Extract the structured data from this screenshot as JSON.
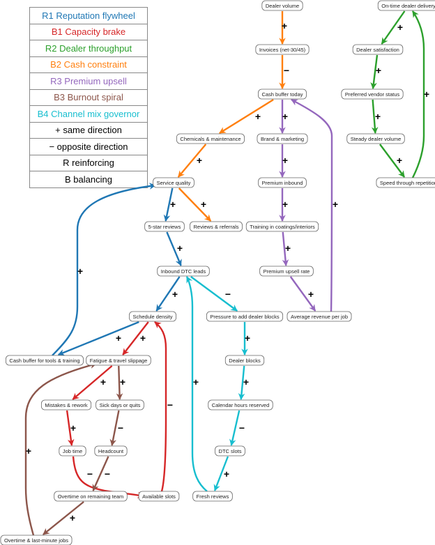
{
  "legend": [
    {
      "text": "R1 Reputation flywheel",
      "color": "#1f77b4"
    },
    {
      "text": "B1 Capacity brake",
      "color": "#d62728"
    },
    {
      "text": "R2 Dealer throughput",
      "color": "#2ca02c"
    },
    {
      "text": "B2 Cash constraint",
      "color": "#ff7f0e"
    },
    {
      "text": "R3 Premium upsell",
      "color": "#9467bd"
    },
    {
      "text": "B3 Burnout spiral",
      "color": "#8c564b"
    },
    {
      "text": "B4 Channel mix governor",
      "color": "#17becf"
    },
    {
      "text": "+ same direction",
      "color": "#000000"
    },
    {
      "text": "− opposite direction",
      "color": "#000000"
    },
    {
      "text": "R reinforcing",
      "color": "#000000"
    },
    {
      "text": "B balancing",
      "color": "#000000"
    }
  ],
  "loop_colors": {
    "R1": "#1f77b4",
    "B1": "#d62728",
    "R2": "#2ca02c",
    "B2": "#ff7f0e",
    "R3": "#9467bd",
    "B3": "#8c564b",
    "B4": "#17becf"
  },
  "nodes": [
    "Dealer volume",
    "Invoices (net-30/45)",
    "Cash buffer today",
    "Chemicals & maintenance",
    "Brand & marketing",
    "Service quality",
    "Premium inbound",
    "5-star reviews",
    "Reviews & referrals",
    "Training in coatings/interiors",
    "Inbound DTC leads",
    "Premium upsell rate",
    "Schedule density",
    "Pressure to add dealer blocks",
    "Average revenue per job",
    "Cash buffer for tools & training",
    "Fatigue & travel slippage",
    "Dealer blocks",
    "Mistakes & rework",
    "Sick days or quits",
    "Calendar hours reserved",
    "Job time",
    "Headcount",
    "DTC slots",
    "Overtime on remaining team",
    "Available slots",
    "Fresh reviews",
    "Overtime & last-minute jobs",
    "On-time dealer delivery",
    "Dealer satisfaction",
    "Preferred vendor status",
    "Steady dealer volume",
    "Speed through repetition"
  ],
  "edges": [
    {
      "from": 0,
      "to": 1,
      "sign": "+",
      "loop": "B2"
    },
    {
      "from": 1,
      "to": 2,
      "sign": "−",
      "loop": "B2"
    },
    {
      "from": 2,
      "to": 3,
      "sign": "+",
      "loop": "B2"
    },
    {
      "from": 3,
      "to": 5,
      "sign": "+",
      "loop": "B2"
    },
    {
      "from": 5,
      "to": 8,
      "sign": "+",
      "loop": "B2"
    },
    {
      "from": 2,
      "to": 4,
      "sign": "+",
      "loop": "R3"
    },
    {
      "from": 4,
      "to": 6,
      "sign": "+",
      "loop": "R3"
    },
    {
      "from": 6,
      "to": 9,
      "sign": "+",
      "loop": "R3"
    },
    {
      "from": 9,
      "to": 11,
      "sign": "+",
      "loop": "R3"
    },
    {
      "from": 11,
      "to": 14,
      "sign": "+",
      "loop": "R3"
    },
    {
      "from": 14,
      "to": 2,
      "sign": "+",
      "loop": "R3"
    },
    {
      "from": 5,
      "to": 7,
      "sign": "+",
      "loop": "R1"
    },
    {
      "from": 7,
      "to": 10,
      "sign": "+",
      "loop": "R1"
    },
    {
      "from": 10,
      "to": 12,
      "sign": "+",
      "loop": "R1"
    },
    {
      "from": 12,
      "to": 15,
      "sign": "+",
      "loop": "R1"
    },
    {
      "from": 15,
      "to": 5,
      "sign": "+",
      "loop": "R1"
    },
    {
      "from": 12,
      "to": 16,
      "sign": "+",
      "loop": "B1"
    },
    {
      "from": 16,
      "to": 18,
      "sign": "+",
      "loop": "B1"
    },
    {
      "from": 18,
      "to": 21,
      "sign": "+",
      "loop": "B1"
    },
    {
      "from": 21,
      "to": 25,
      "sign": "−",
      "loop": "B1"
    },
    {
      "from": 25,
      "to": 12,
      "sign": "−",
      "loop": "B1"
    },
    {
      "from": 16,
      "to": 19,
      "sign": "+",
      "loop": "B3"
    },
    {
      "from": 19,
      "to": 22,
      "sign": "−",
      "loop": "B3"
    },
    {
      "from": 22,
      "to": 24,
      "sign": "−",
      "loop": "B3"
    },
    {
      "from": 24,
      "to": 27,
      "sign": "+",
      "loop": "B3"
    },
    {
      "from": 27,
      "to": 16,
      "sign": "+",
      "loop": "B3"
    },
    {
      "from": 10,
      "to": 13,
      "sign": "−",
      "loop": "B4"
    },
    {
      "from": 13,
      "to": 17,
      "sign": "+",
      "loop": "B4"
    },
    {
      "from": 17,
      "to": 20,
      "sign": "+",
      "loop": "B4"
    },
    {
      "from": 20,
      "to": 23,
      "sign": "−",
      "loop": "B4"
    },
    {
      "from": 23,
      "to": 26,
      "sign": "+",
      "loop": "B4"
    },
    {
      "from": 26,
      "to": 10,
      "sign": "+",
      "loop": "B4"
    },
    {
      "from": 28,
      "to": 29,
      "sign": "+",
      "loop": "R2"
    },
    {
      "from": 29,
      "to": 30,
      "sign": "+",
      "loop": "R2"
    },
    {
      "from": 30,
      "to": 31,
      "sign": "+",
      "loop": "R2"
    },
    {
      "from": 31,
      "to": 32,
      "sign": "+",
      "loop": "R2"
    },
    {
      "from": 32,
      "to": 28,
      "sign": "+",
      "loop": "R2"
    }
  ]
}
